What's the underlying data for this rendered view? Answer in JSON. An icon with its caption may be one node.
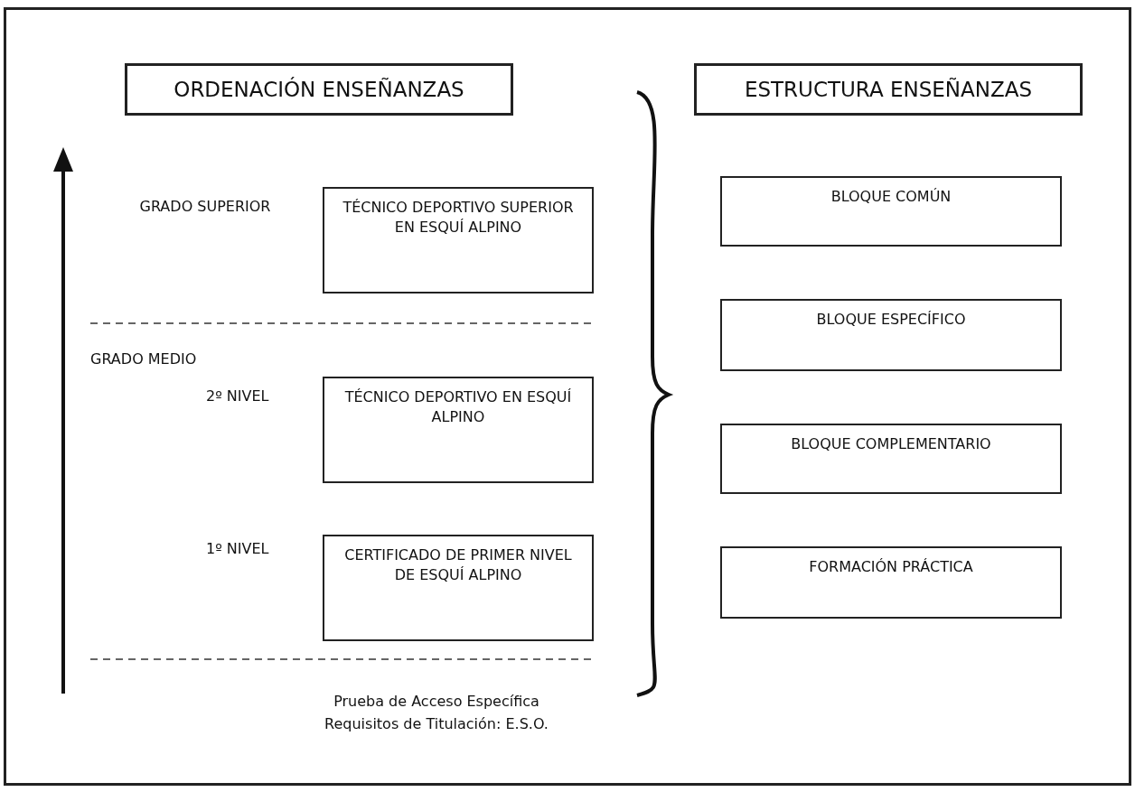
{
  "diagram": {
    "nodes": [
      {
        "text": [
          "ORDENACIÓN ENSEÑANZAS"
        ]
      },
      {
        "text": [
          "ESTRUCTURA ENSEÑANZAS"
        ]
      },
      {
        "text": [
          "TÉCNICO DEPORTIVO SUPERIOR EN ESQUÍ ALPINO"
        ]
      },
      {
        "text": [
          "BLOQUE COMÚN"
        ]
      },
      {
        "text": [
          "BLOQUE ESPECÍFICO"
        ]
      },
      {
        "text": [
          "TÉCNICO DEPORTIVO EN ESQUÍ ALPINO"
        ]
      },
      {
        "text": [
          "BLOQUE COMPLEMENTARIO"
        ]
      },
      {
        "text": [
          "CERTIFICADO DE PRIMER NIVEL DE ESQUÍ ALPINO"
        ]
      },
      {
        "text": [
          "FORMACIÓN PRÁCTICA"
        ]
      }
    ],
    "labels": [
      "GRADO SUPERIOR",
      "GRADO MEDIO",
      "2º NIVEL",
      "1º NIVEL",
      "Prueba de Acceso Específica",
      "Requisitos de Titulación: E.S.O."
    ]
  }
}
